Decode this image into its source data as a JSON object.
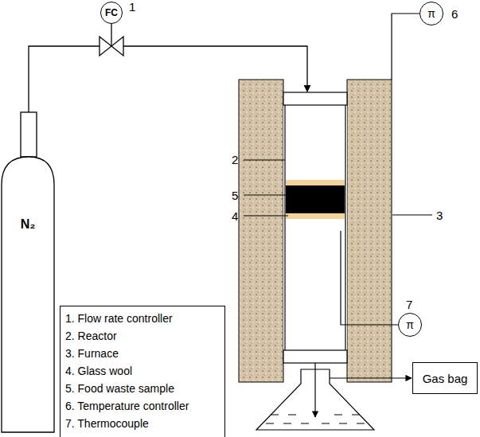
{
  "diagram": {
    "nodes": [
      {
        "text": [
          "FC"
        ]
      },
      {
        "text": [
          "π"
        ]
      },
      {
        "text": [
          "N₂"
        ]
      },
      {
        "text": [
          "π"
        ]
      },
      {
        "text": [
          "Gas bag"
        ]
      },
      {
        "text": [
          "1. Flow rate controller",
          "2. Reactor",
          "3. Furnace",
          "4. Glass wool",
          "5. Food waste sample",
          "6. Temperature controller",
          "7. Thermocouple"
        ]
      }
    ],
    "labels": [
      "1",
      "2",
      "3",
      "4",
      "5",
      "6",
      "7"
    ]
  }
}
